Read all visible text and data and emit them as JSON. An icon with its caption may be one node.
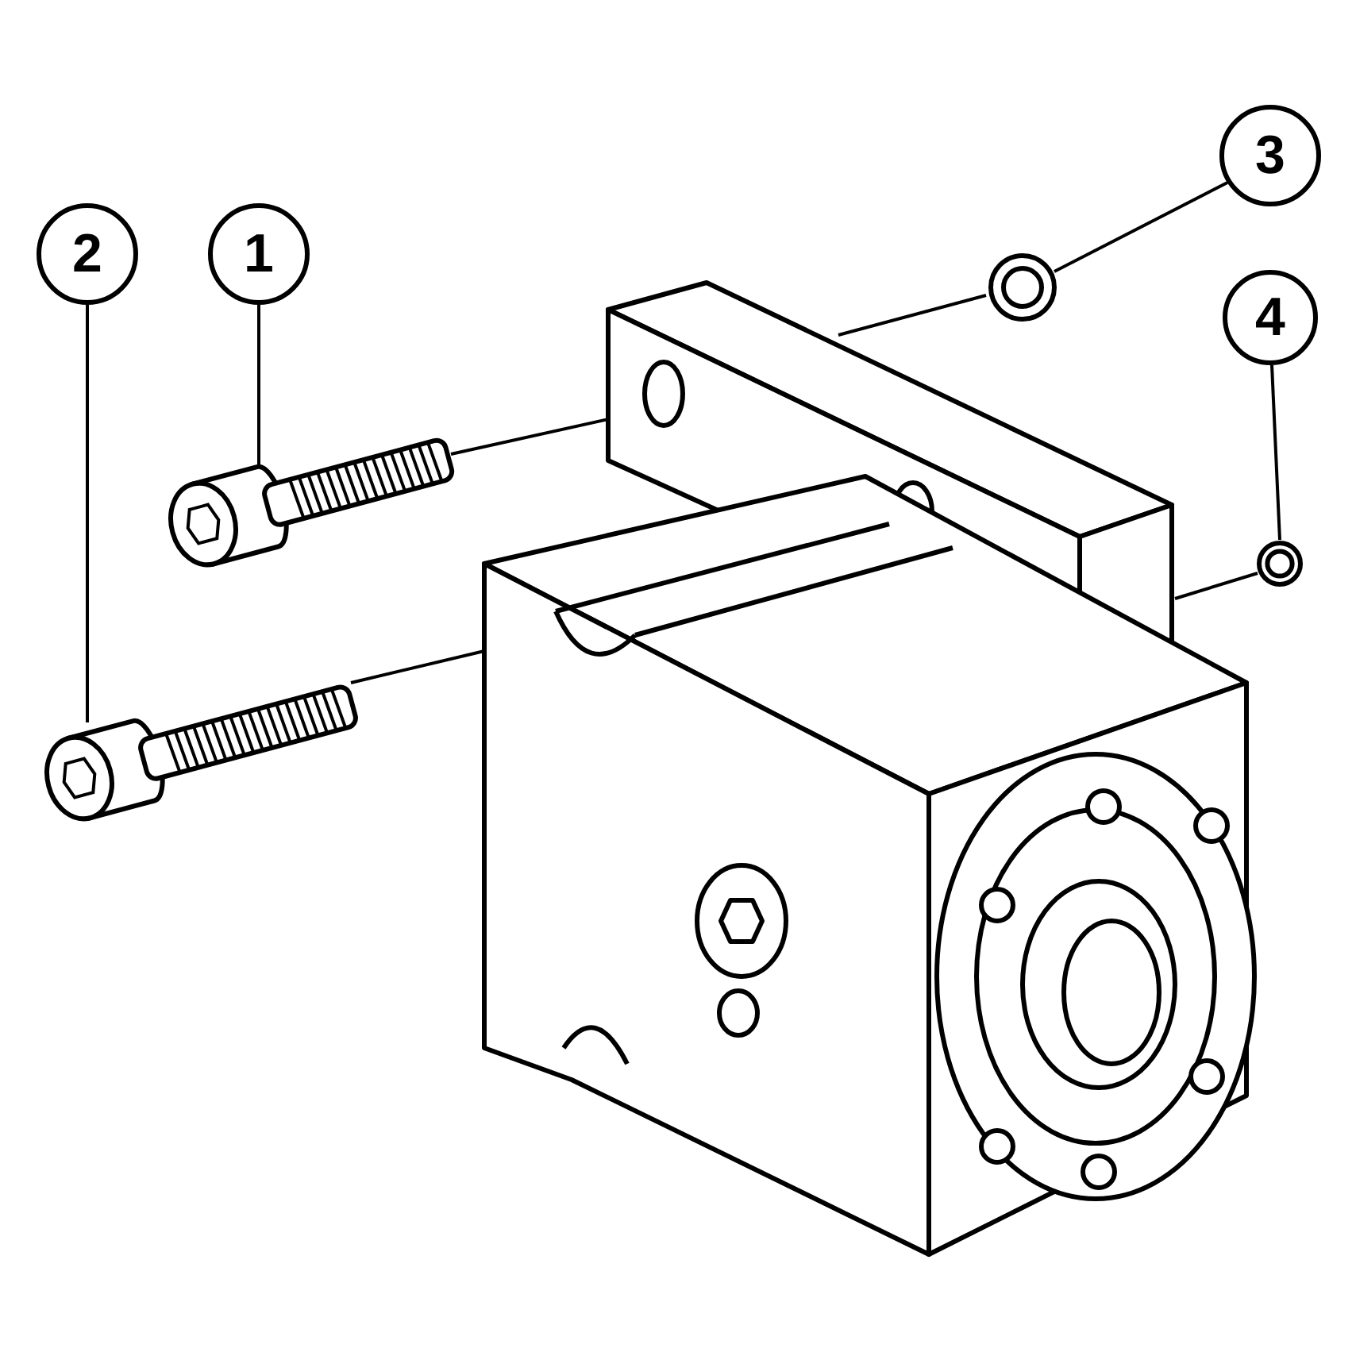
{
  "diagram": {
    "nodes": [
      {
        "text": [
          "1"
        ]
      },
      {
        "text": [
          "2"
        ]
      },
      {
        "text": [
          "3"
        ]
      },
      {
        "text": [
          "4"
        ]
      },
      {
        "text": [],
        "shape": "picture"
      },
      {
        "text": [],
        "shape": "picture"
      },
      {
        "text": [],
        "shape": "picture"
      },
      {
        "text": [],
        "shape": "picture"
      },
      {
        "text": [],
        "shape": "picture"
      }
    ],
    "edges": [
      {
        "from": 0,
        "to": 4,
        "arrow": "none"
      },
      {
        "from": 1,
        "to": 5,
        "arrow": "none"
      },
      {
        "from": 2,
        "to": 6,
        "arrow": "none"
      },
      {
        "from": 3,
        "to": 7,
        "arrow": "none"
      },
      {
        "from": 4,
        "to": 8,
        "arrow": "none"
      },
      {
        "from": 5,
        "to": 8,
        "arrow": "none"
      },
      {
        "from": 6,
        "to": 8,
        "arrow": "none"
      },
      {
        "from": 7,
        "to": 8,
        "arrow": "none"
      }
    ]
  }
}
